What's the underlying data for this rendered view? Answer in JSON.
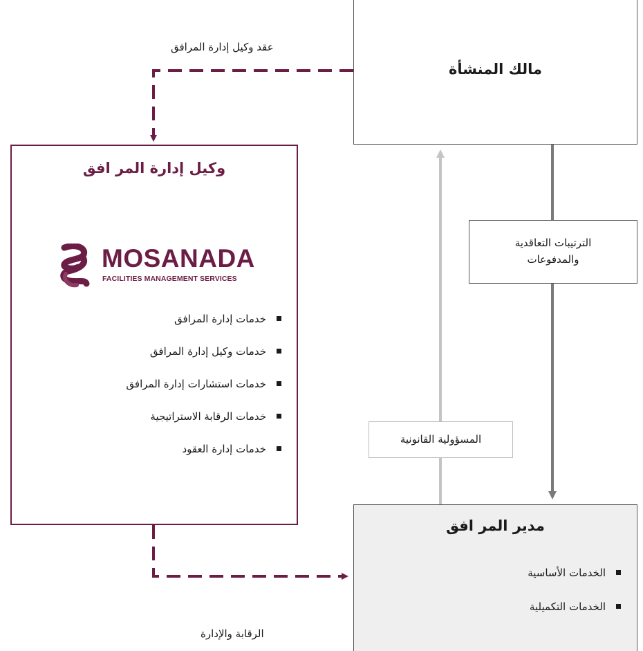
{
  "diagram": {
    "owner": {
      "title": "مالك المنشأة"
    },
    "agent": {
      "title": "وكيل إدارة المر افق",
      "logo": {
        "name": "MOSANADA",
        "tagline": "FACILITIES MANAGEMENT SERVICES",
        "icon": "mosanada-helix-logo-icon"
      },
      "services": [
        "خدمات إدارة المرافق",
        "خدمات وكيل إدارة المرافق",
        "خدمات استشارات إدارة المرافق",
        "خدمات الرقابة الاستراتيجية",
        "خدمات إدارة العقود"
      ]
    },
    "manager": {
      "title": "مدير المر افق",
      "services": [
        "الخدمات الأساسية",
        "الخدمات التكميلية"
      ]
    },
    "labels": {
      "contract_agent": "عقد وكيل إدارة المرافق",
      "contract_payments_line1": "الترتيبات التعاقدية",
      "contract_payments_line2": "والمدفوعات",
      "legal_responsibility": "المسؤولية القانونية",
      "monitoring": "الرقابة والإدارة"
    },
    "colors": {
      "brand": "#6b1d45",
      "dark_arrow": "#7a7a7a",
      "light_arrow": "#c4c4c4",
      "manager_fill": "#efefef"
    }
  }
}
